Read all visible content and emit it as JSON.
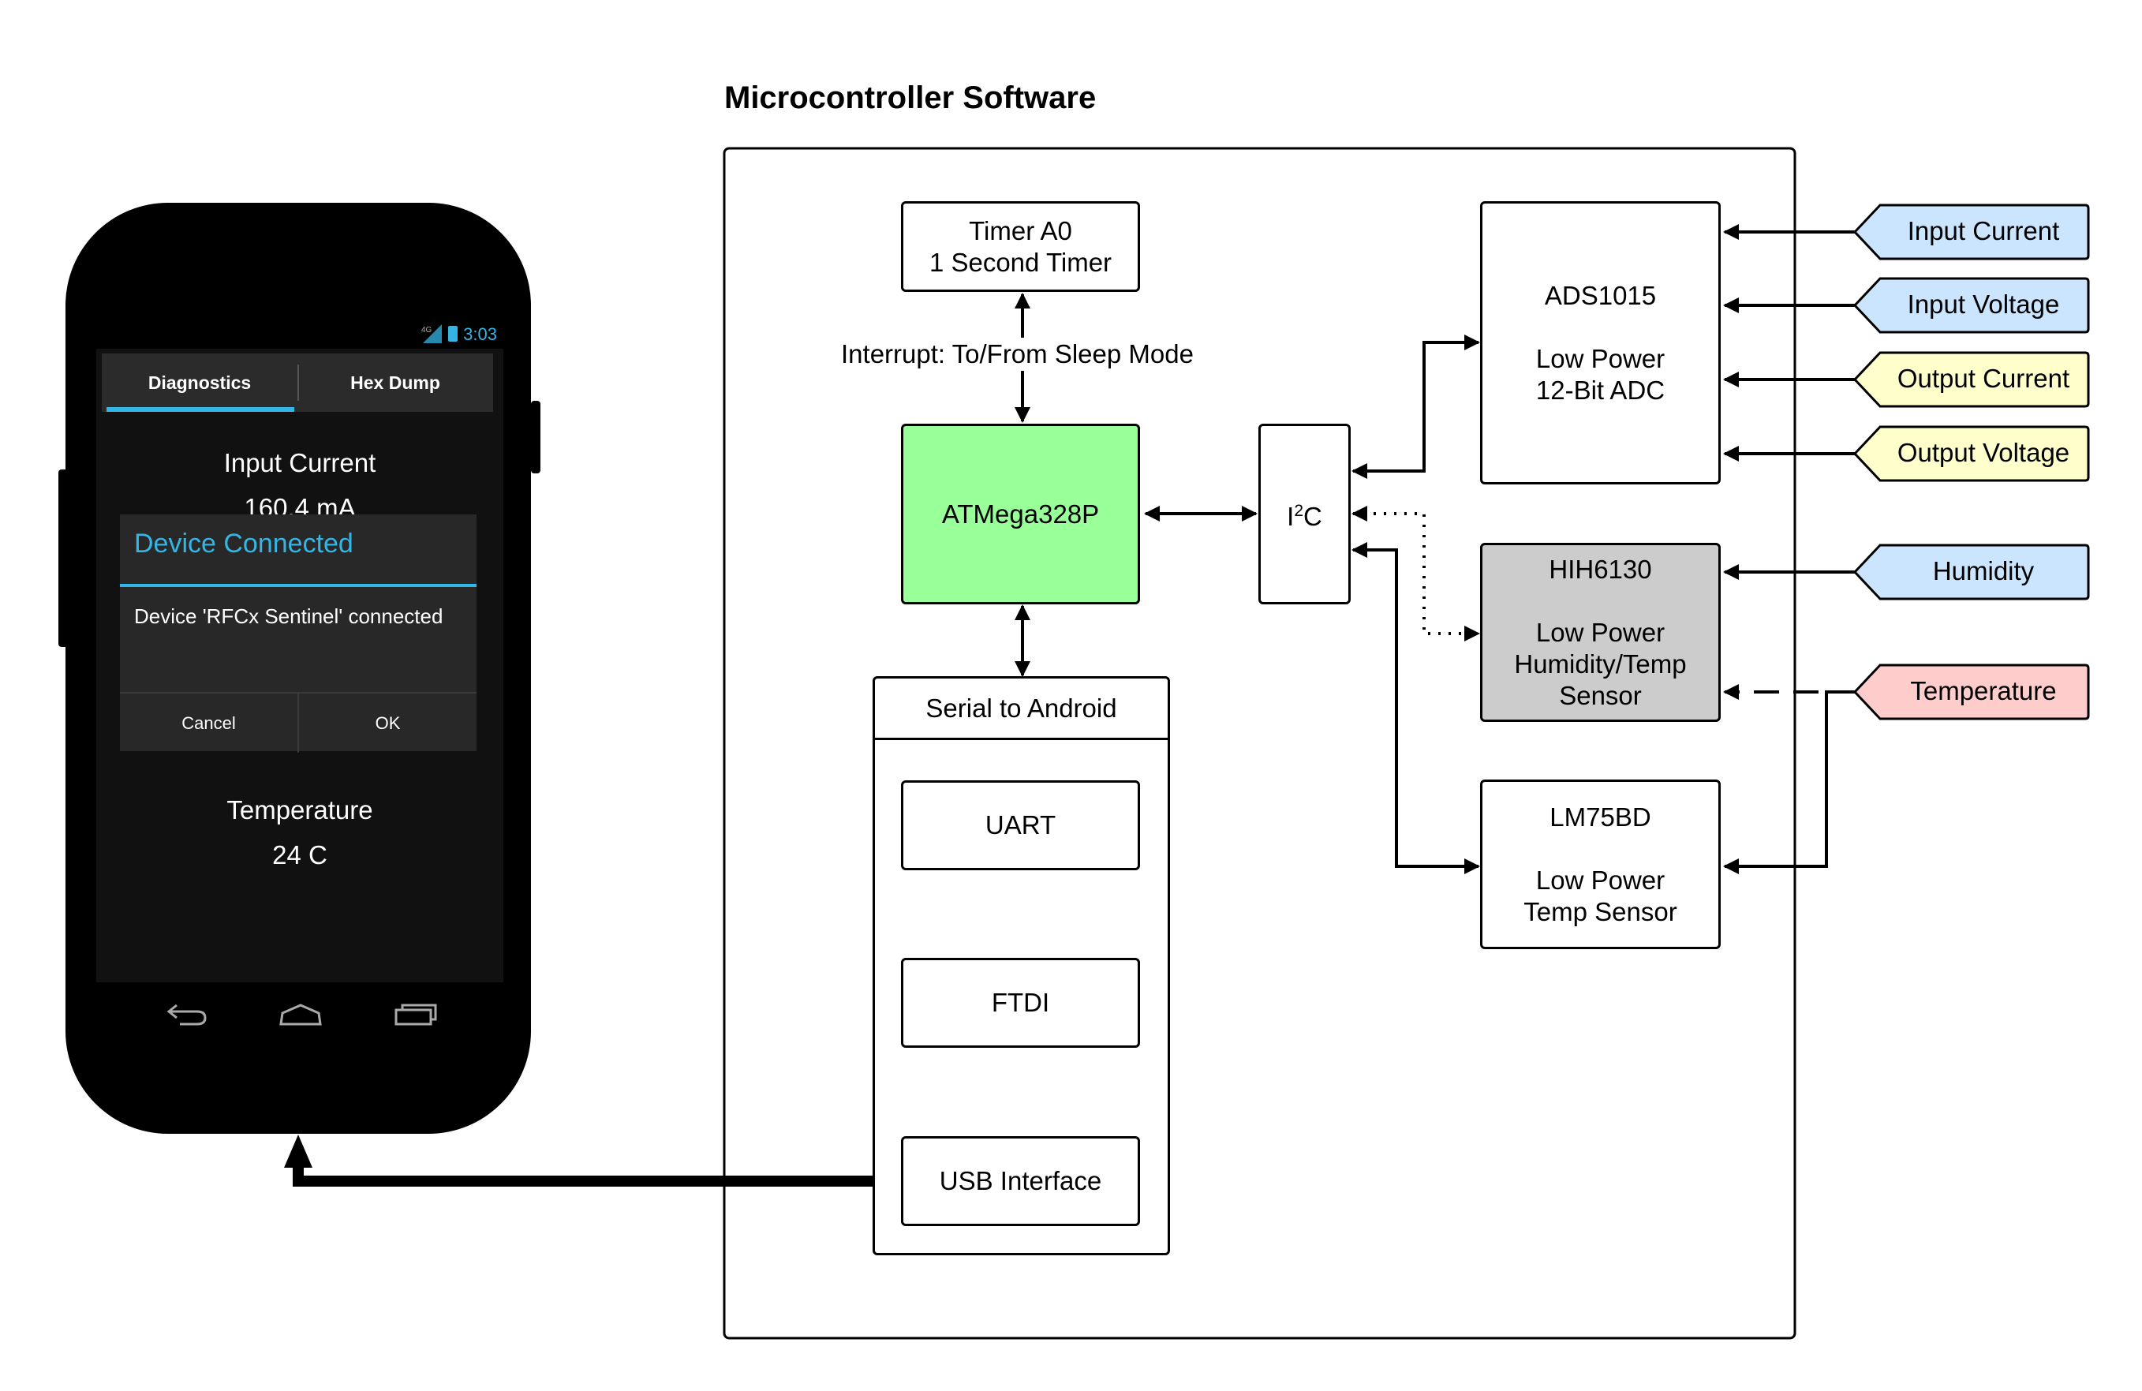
{
  "phone": {
    "status_time": "3:03",
    "status_network": "4G",
    "tabs": [
      "Diagnostics",
      "Hex Dump"
    ],
    "reading_1_label": "Input Current",
    "reading_1_value": "160.4 mA",
    "reading_2_label": "Temperature",
    "reading_2_value": "24 C",
    "dialog": {
      "title": "Device Connected",
      "body": "Device 'RFCx Sentinel' connected",
      "cancel": "Cancel",
      "ok": "OK"
    },
    "nav": [
      "back-icon",
      "home-icon",
      "recents-icon"
    ]
  },
  "diagram": {
    "title": "Microcontroller Software",
    "timer": "Timer A0\n1 Second Timer",
    "interrupt_label": "Interrupt: To/From Sleep Mode",
    "mcu": "ATMega328P",
    "i2c_main": "I",
    "i2c_sup": "2",
    "i2c_tail": "C",
    "serial_header": "Serial to Android",
    "uart": "UART",
    "ftdi": "FTDI",
    "usb": "USB Interface",
    "ads": "ADS1015\n\nLow Power\n12-Bit ADC",
    "hih": "HIH6130\n\nLow Power\nHumidity/Temp\nSensor",
    "lm75": "LM75BD\n\nLow Power\nTemp Sensor",
    "inputs": {
      "input_current": "Input Current",
      "input_voltage": "Input Voltage",
      "output_current": "Output Current",
      "output_voltage": "Output Voltage",
      "humidity": "Humidity",
      "temperature": "Temperature"
    },
    "colors": {
      "mcu": "#99ff99",
      "hih": "#cccccc",
      "blue_tag": "#cce5ff",
      "yellow_tag": "#ffffcc",
      "red_tag": "#ffcccc",
      "accent": "#33b5e5"
    }
  }
}
